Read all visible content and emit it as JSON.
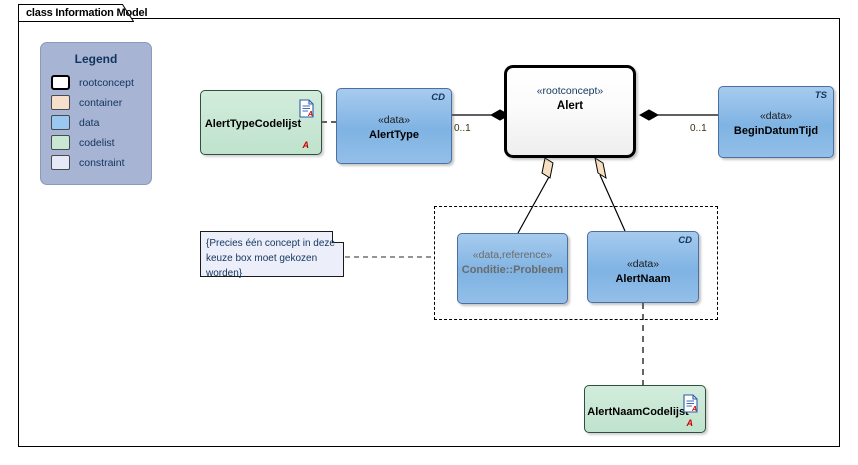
{
  "diagram": {
    "frame_label": "class Information Model",
    "background_color": "#ffffff",
    "border_color": "#000000"
  },
  "legend": {
    "title": "Legend",
    "background_color": "#a8b4d4",
    "items": [
      {
        "label": "rootconcept",
        "color": "#ffffff"
      },
      {
        "label": "container",
        "color": "#f7e0cb"
      },
      {
        "label": "data",
        "color": "#9ac8f0"
      },
      {
        "label": "codelist",
        "color": "#c8e8d4"
      },
      {
        "label": "constraint",
        "color": "#e6e9f8"
      }
    ]
  },
  "nodes": {
    "alert_type_codelijst": {
      "name": "AlertTypeCodelijst",
      "stereotype": "",
      "tag": "",
      "kind": "codelist",
      "marker": "A"
    },
    "alert_type": {
      "name": "AlertType",
      "stereotype": "«data»",
      "tag": "CD",
      "kind": "data"
    },
    "alert": {
      "name": "Alert",
      "stereotype": "«rootconcept»",
      "tag": "",
      "kind": "rootconcept"
    },
    "begin_datum_tijd": {
      "name": "BeginDatumTijd",
      "stereotype": "«data»",
      "tag": "TS",
      "kind": "data"
    },
    "conditie_probleem": {
      "name": "Conditie::Probleem",
      "stereotype": "«data,reference»",
      "tag": "",
      "kind": "data reference"
    },
    "alert_naam": {
      "name": "AlertNaam",
      "stereotype": "«data»",
      "tag": "CD",
      "kind": "data"
    },
    "alert_naam_codelijst": {
      "name": "AlertNaamCodelijst",
      "stereotype": "",
      "tag": "",
      "kind": "codelist",
      "marker": "A"
    }
  },
  "note": {
    "text": "{Precies één concept in deze keuze box moet gekozen worden}"
  },
  "multiplicities": {
    "alert_type_end": "0..1",
    "begin_datum_tijd_end": "0..1"
  }
}
